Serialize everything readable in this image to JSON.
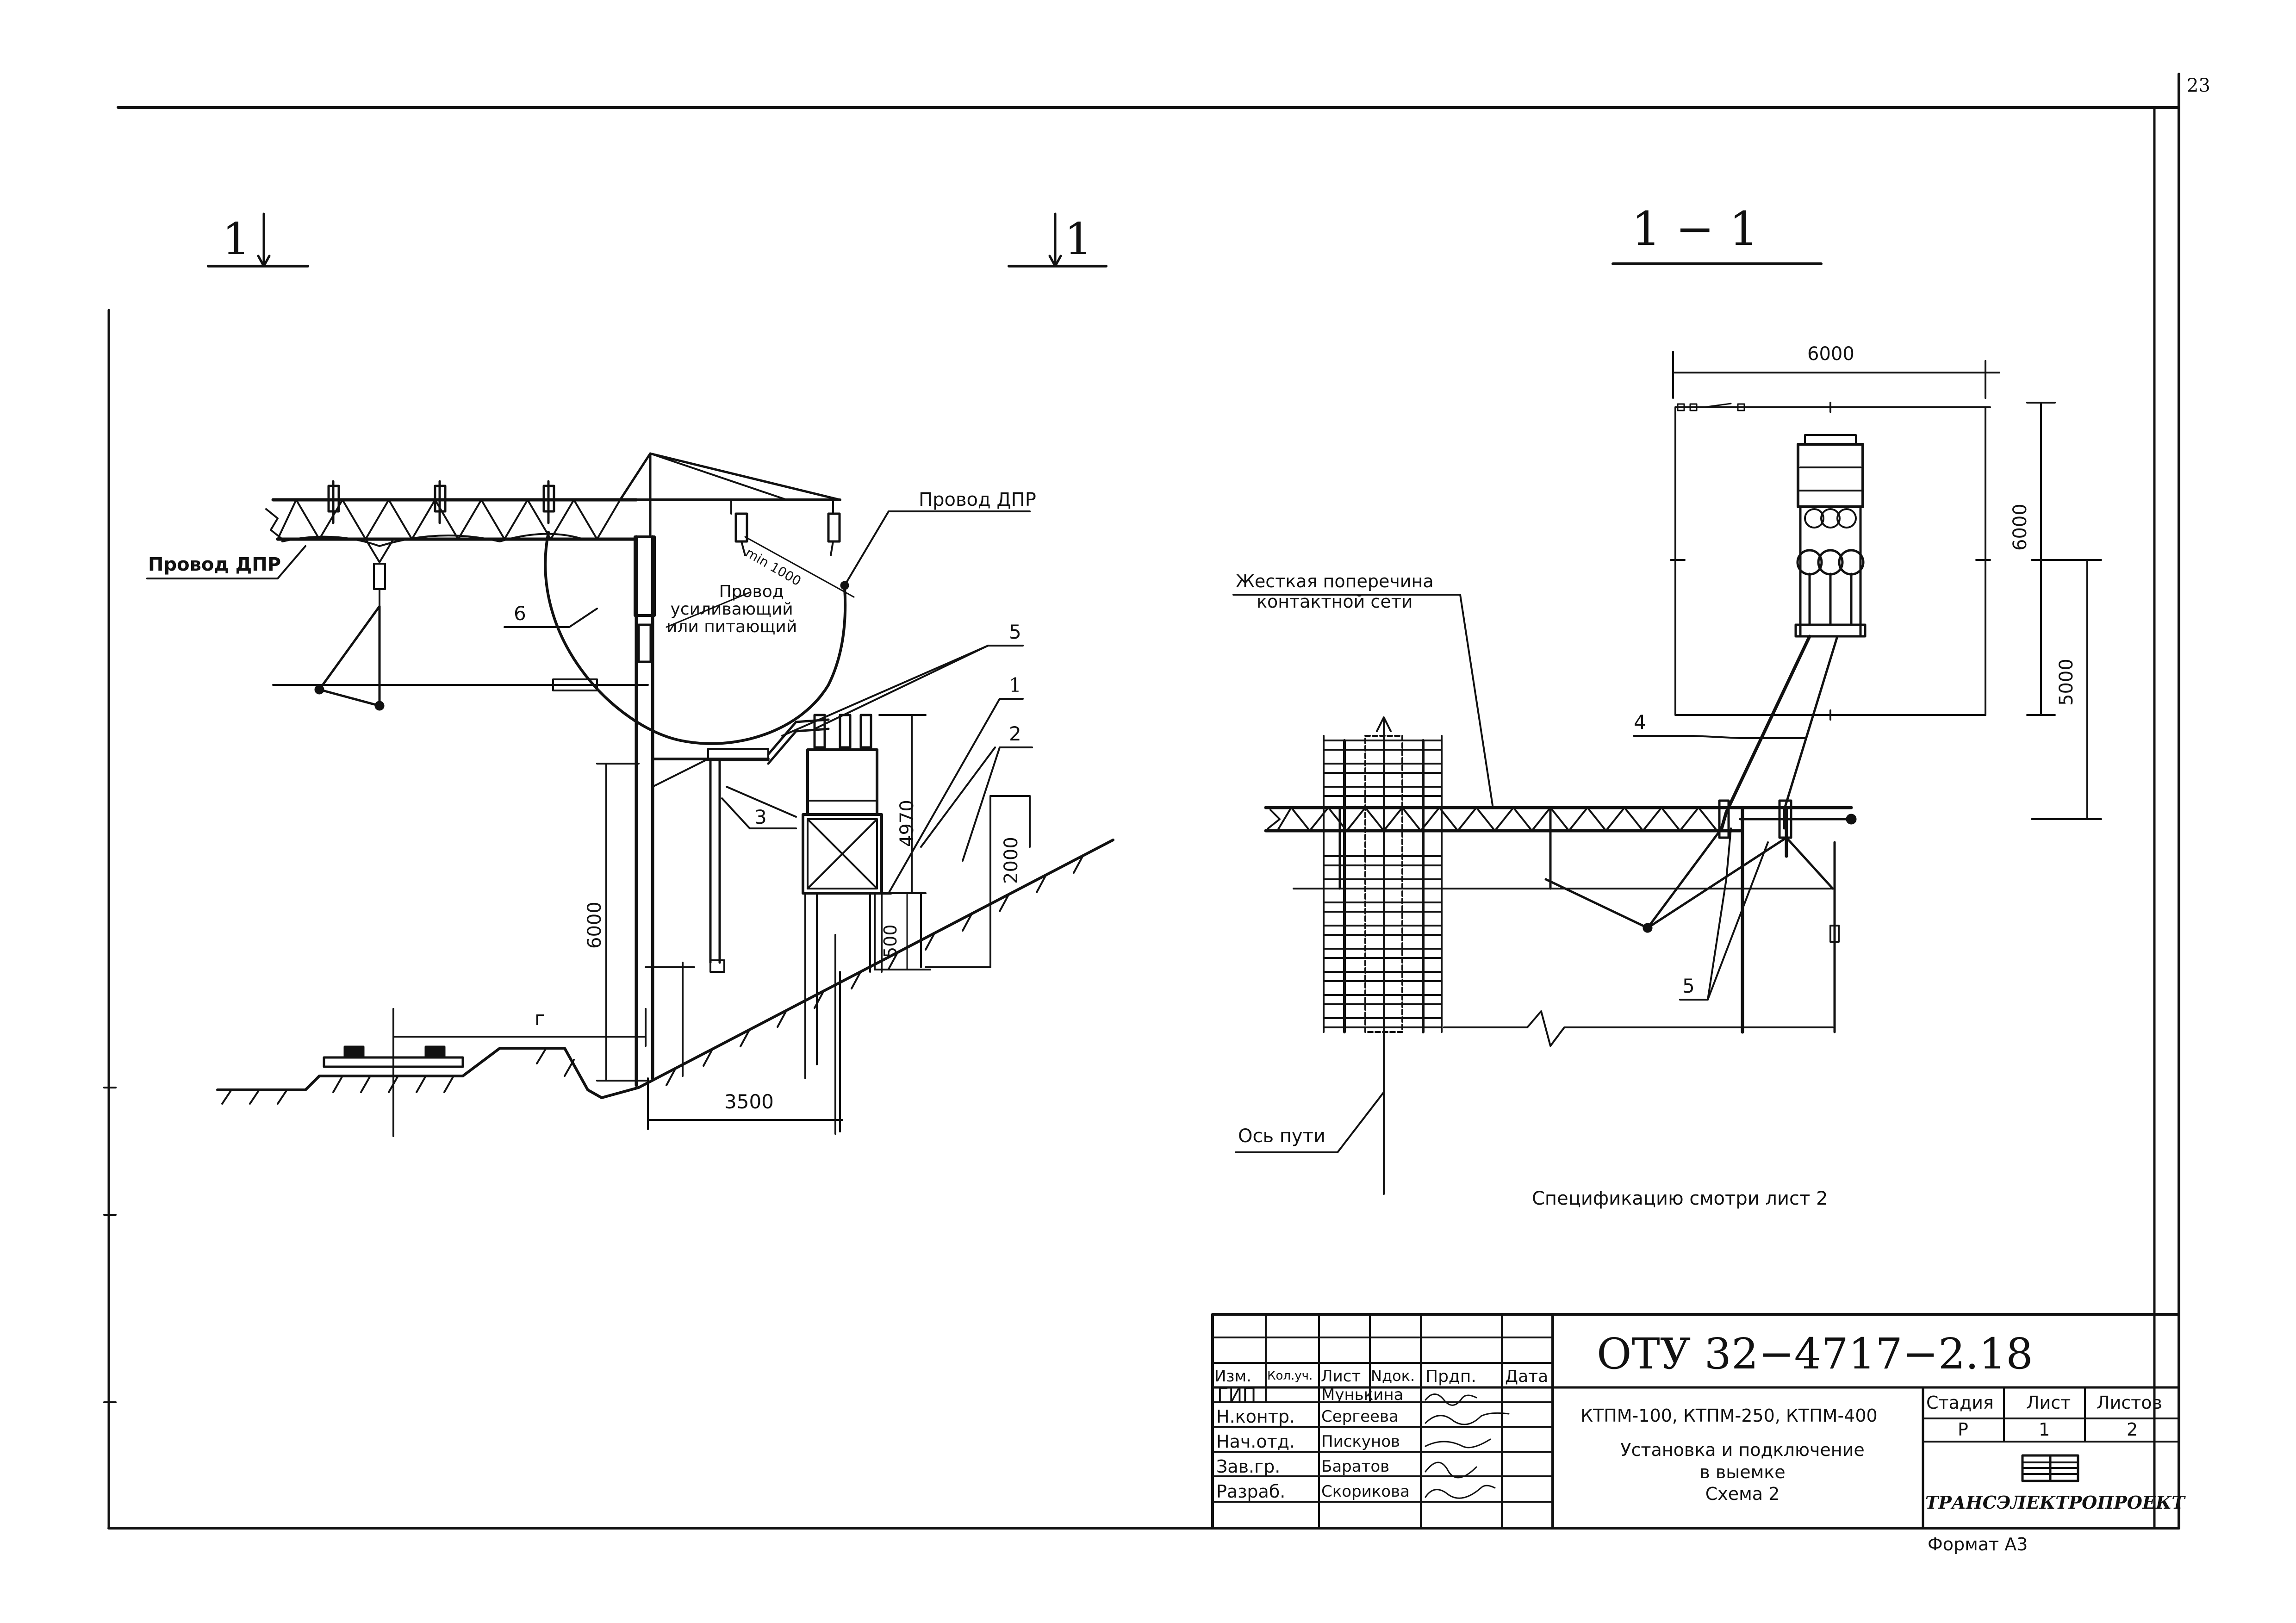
{
  "sheet": {
    "page_number": "23",
    "format": "Формат А3",
    "note": "Спецификацию смотри лист 2"
  },
  "left_view": {
    "section_marker_left": "1",
    "section_marker_right": "1",
    "wire_dpr_left": "Провод ДПР",
    "wire_dpr_right": "Провод ДПР",
    "wire_feeder_line1": "Провод",
    "wire_feeder_line2": "усиливающий",
    "wire_feeder_line3": "или питающий",
    "min_clearance": "min 1000",
    "item_6": "6",
    "item_5": "5",
    "item_1": "1",
    "item_2": "2",
    "item_3": "3",
    "dim_4970": "4970",
    "dim_2000": "2000",
    "dim_6000": "6000",
    "dim_500": "500",
    "dim_3500": "3500",
    "dim_r": "г"
  },
  "section_view": {
    "title": "1 − 1",
    "dim_6000_top": "6000",
    "dim_6000_side": "6000",
    "dim_5000_side": "5000",
    "rigid_crossbar_line1": "Жесткая поперечина",
    "rigid_crossbar_line2": "контактной сети",
    "track_axis": "Ось пути",
    "item_4": "4",
    "item_5": "5"
  },
  "title_block": {
    "designation": "ОТУ 32−4717−2.18",
    "header_cols": [
      "Изм.",
      "Кол.уч.",
      "Лист",
      "Nдок.",
      "Прдп.",
      "Дата"
    ],
    "rows": [
      {
        "role": "ГИП",
        "name": "Мунькина"
      },
      {
        "role": "Н.контр.",
        "name": "Сергеева"
      },
      {
        "role": "Нач.отд.",
        "name": "Пискунов"
      },
      {
        "role": "Зав.гр.",
        "name": "Баратов"
      },
      {
        "role": "Разраб.",
        "name": "Скорикова"
      }
    ],
    "product": "КТПМ-100, КТПМ-250, КТПМ-400",
    "desc_line1": "Установка и подключение",
    "desc_line2": "в выемке",
    "desc_line3": "Схема 2",
    "stage_label": "Стадия",
    "sheet_label": "Лист",
    "sheets_label": "Листов",
    "stage_value": "Р",
    "sheet_value": "1",
    "sheets_value": "2",
    "company": "ТРАНСЭЛЕКТРОПРОЕКТ"
  }
}
